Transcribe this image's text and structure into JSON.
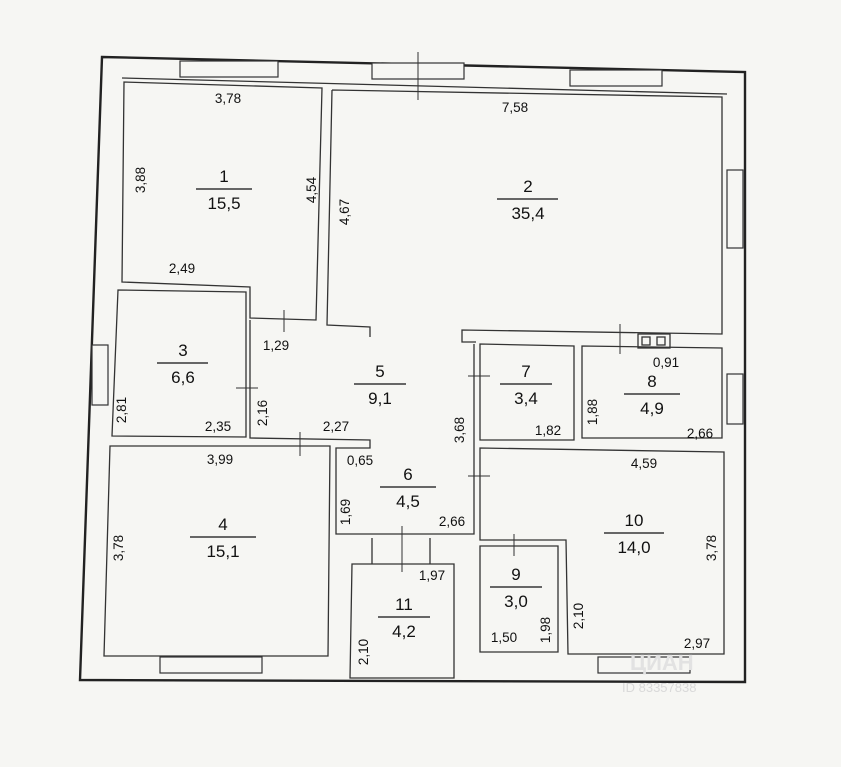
{
  "rooms": [
    {
      "id": "1",
      "area": "15,5"
    },
    {
      "id": "2",
      "area": "35,4"
    },
    {
      "id": "3",
      "area": "6,6"
    },
    {
      "id": "4",
      "area": "15,1"
    },
    {
      "id": "5",
      "area": "9,1"
    },
    {
      "id": "6",
      "area": "4,5"
    },
    {
      "id": "7",
      "area": "3,4"
    },
    {
      "id": "8",
      "area": "4,9"
    },
    {
      "id": "9",
      "area": "3,0"
    },
    {
      "id": "10",
      "area": "14,0"
    },
    {
      "id": "11",
      "area": "4,2"
    }
  ],
  "dimensions": {
    "r1_top": "3,78",
    "r1_left": "3,88",
    "r1_right": "4,54",
    "r1_bottom": "2,49",
    "r2_top": "7,58",
    "r2_left": "4,67",
    "r3_bottom": "1,29",
    "r3_left": "2,81",
    "r3_inner": "2,35",
    "r5_left": "2,16",
    "r5_bottom": "2,27",
    "r4_top": "3,99",
    "r4_left": "3,78",
    "r6_top": "0,65",
    "r6_left": "1,69",
    "r6_right": "2,66",
    "r6_height": "3,68",
    "r7_bottom": "1,82",
    "r8_top": "0,91",
    "r8_left": "1,88",
    "r8_bottom": "2,66",
    "r10_top": "4,59",
    "r10_right": "3,78",
    "r10_left": "2,10",
    "r10_bottom": "2,97",
    "r11_top": "1,97",
    "r11_left": "2,10",
    "r9_bottom": "1,50",
    "r9_right": "1,98"
  },
  "watermark": {
    "brand": "ЦИАН",
    "id": "ID 83357838"
  }
}
